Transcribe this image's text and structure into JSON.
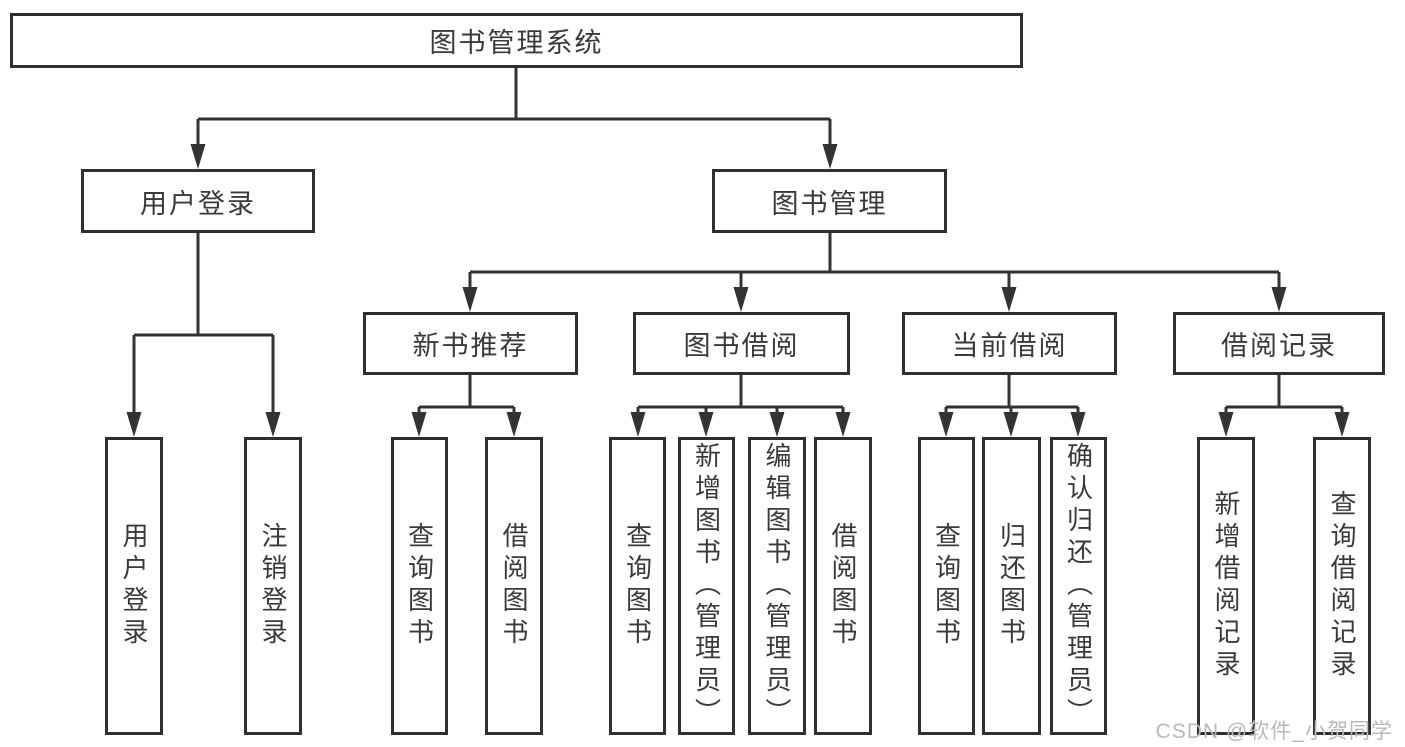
{
  "title": "图书管理系统",
  "watermark": {
    "text": "CSDN @软件_小贺同学"
  },
  "colors": {
    "line": "#333333",
    "box_border": "#2f2f2f",
    "text": "#3a3a3a",
    "background": "#ffffff",
    "watermark": "#b9b9b9"
  },
  "nodes": {
    "root": {
      "label": "图书管理系统"
    },
    "user_login": {
      "label": "用户登录"
    },
    "book_mgmt": {
      "label": "图书管理"
    },
    "new_book_rec": {
      "label": "新书推荐"
    },
    "book_borrow": {
      "label": "图书借阅"
    },
    "current_borrow": {
      "label": "当前借阅"
    },
    "borrow_records": {
      "label": "借阅记录"
    },
    "leaf_user_login": {
      "label": "用户登录"
    },
    "leaf_logout": {
      "label": "注销登录"
    },
    "leaf_query_book_rec": {
      "label": "查询图书"
    },
    "leaf_borrow_book_rec": {
      "label": "借阅图书"
    },
    "leaf_query_book_borrow": {
      "label": "查询图书"
    },
    "leaf_add_book": {
      "label": "新增图书（管理员）"
    },
    "leaf_edit_book": {
      "label": "编辑图书（管理员）"
    },
    "leaf_borrow_book_borrow": {
      "label": "借阅图书"
    },
    "leaf_query_book_current": {
      "label": "查询图书"
    },
    "leaf_return_book": {
      "label": "归还图书"
    },
    "leaf_confirm_return": {
      "label": "确认归还（管理员）"
    },
    "leaf_add_record": {
      "label": "新增借阅记录"
    },
    "leaf_query_record": {
      "label": "查询借阅记录"
    }
  }
}
